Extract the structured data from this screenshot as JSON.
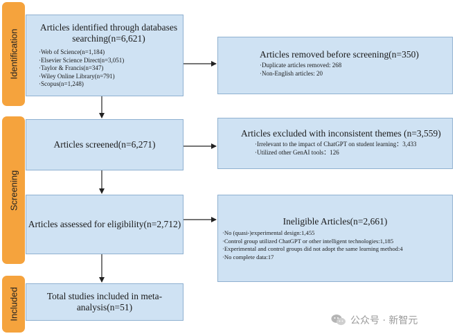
{
  "phases": {
    "identification": "Identification",
    "screening": "Screening",
    "included": "Included"
  },
  "identified": {
    "title": "Articles identified through databases searching(n=6,621)",
    "items": [
      "Web of Science(n=1,184)",
      "Elsevier Science Direct(n=3,051)",
      "Taylor & Francis(n=347)",
      "Wiley Online Library(n=791)",
      "Scopus(n=1,248)"
    ]
  },
  "removed": {
    "title": "Articles removed before screening(n=350)",
    "items": [
      "Duplicate articles removed: 268",
      "Non-English articles: 20"
    ]
  },
  "screened": {
    "title": "Articles screened(n=6,271)"
  },
  "excluded": {
    "title": "Articles excluded with inconsistent themes (n=3,559)",
    "items": [
      "Irrelevant to the impact of ChatGPT on student learning：3,433",
      "Utilized other GenAI tools：126"
    ]
  },
  "eligibility": {
    "title": "Articles assessed for eligibility(n=2,712)"
  },
  "ineligible": {
    "title": "Ineligible Articles(n=2,661)",
    "items": [
      "No (quasi-)experimental design:1,455",
      "Control group utilized ChatGPT or other intelligent technologies:1,185",
      "Experimental and control groups did not adopt the same learning method:4",
      "No complete data:17"
    ]
  },
  "included": {
    "title": "Total studies included in meta-analysis(n=51)"
  },
  "watermark": {
    "text": "公众号 · 新智元"
  }
}
